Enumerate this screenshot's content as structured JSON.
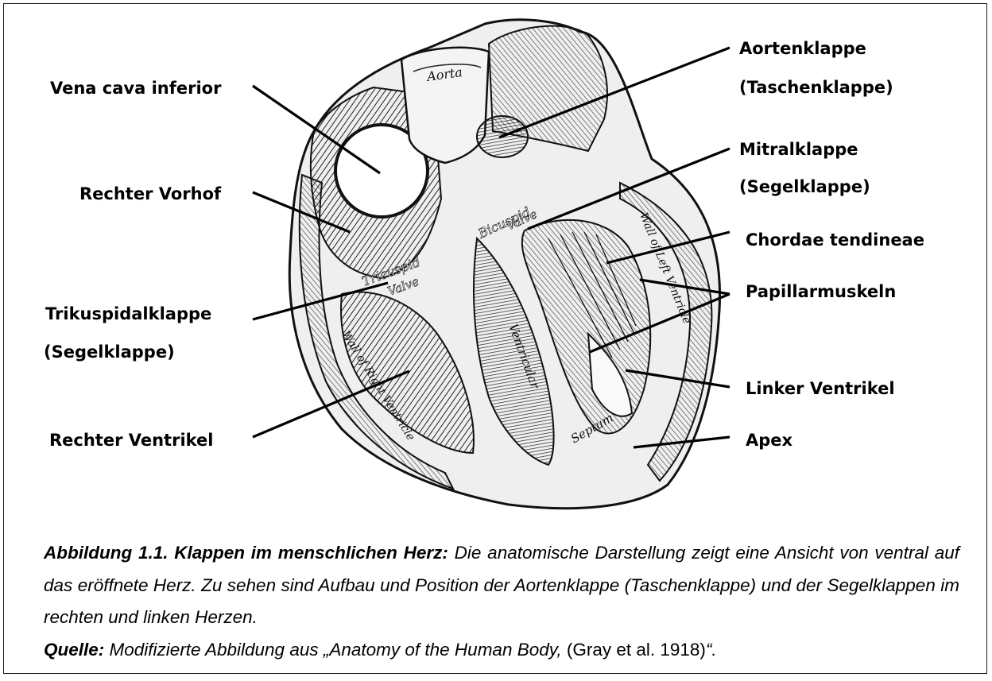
{
  "labels": {
    "vena_cava_inferior": "Vena cava inferior",
    "rechter_vorhof": "Rechter Vorhof",
    "trikuspidalklappe": "Trikuspidalklappe",
    "trikuspidalklappe_sub": "(Segelklappe)",
    "rechter_ventrikel": "Rechter Ventrikel",
    "aortenklappe": "Aortenklappe",
    "aortenklappe_sub": "(Taschenklappe)",
    "mitralklappe": "Mitralklappe",
    "mitralklappe_sub": "(Segelklappe)",
    "chordae_tendineae": "Chordae tendineae",
    "papillarmuskeln": "Papillarmuskeln",
    "linker_ventrikel": "Linker Ventrikel",
    "apex": "Apex"
  },
  "engraving": {
    "aorta": "Aorta",
    "bicuspid": "Bicuspid",
    "bicuspid_valve": "Valve",
    "tricuspid": "Tricuspid",
    "tricuspid_valve": "Valve",
    "ventricular": "Ventricular",
    "septum": "Septum",
    "wall_right": "Wall of Right Ventricle",
    "wall_left": "Wall of Left Ventricle"
  },
  "caption": {
    "title": "Abbildung 1.1. Klappen im menschlichen Herz:",
    "text": " Die anatomische Darstellung zeigt eine Ansicht von ventral auf das eröffnete Herz. Zu sehen sind Aufbau und Position der Aortenklappe (Taschenklappe) und der Segelklappen im rechten und linken Herzen.",
    "source_label": "Quelle:",
    "source_text": " Modifizierte Abbildung aus „Anatomy of the Human Body,",
    "source_citation": " (Gray et al. 1918)",
    "source_end": "“."
  },
  "colors": {
    "ink": "#111111",
    "paper": "#ffffff",
    "shade": "#d9d9d9"
  }
}
